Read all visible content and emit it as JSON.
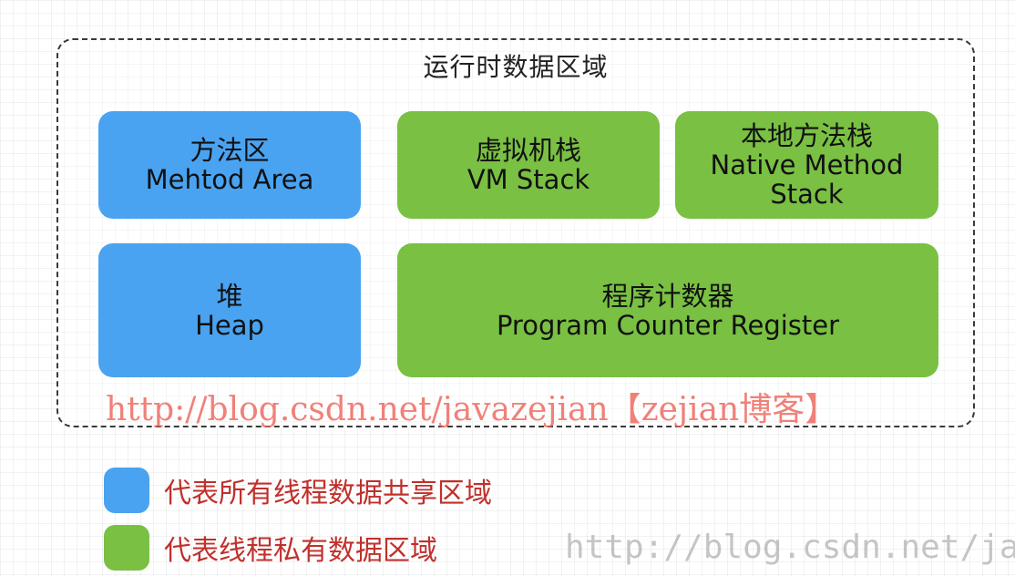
{
  "region": {
    "title": "运行时数据区域"
  },
  "boxes": {
    "method_area": {
      "line1": "方法区",
      "line2": "Mehtod Area",
      "color": "#4aa3f0"
    },
    "vm_stack": {
      "line1": "虚拟机栈",
      "line2": "VM Stack",
      "color": "#79c043"
    },
    "native_stack": {
      "line1": "本地方法栈",
      "line2": "Native Method",
      "line3": "Stack",
      "color": "#79c043"
    },
    "heap": {
      "line1": "堆",
      "line2": "Heap",
      "color": "#4aa3f0"
    },
    "pc_register": {
      "line1": "程序计数器",
      "line2": "Program Counter Register",
      "color": "#79c043"
    }
  },
  "watermark": "http://blog.csdn.net/javazejian【zejian博客】",
  "legend": [
    {
      "label": "代表所有线程数据共享区域",
      "color": "#4aa3f0"
    },
    {
      "label": "代表线程私有数据区域",
      "color": "#79c043"
    }
  ],
  "corner_watermark": "http://blog.csdn.net/java"
}
